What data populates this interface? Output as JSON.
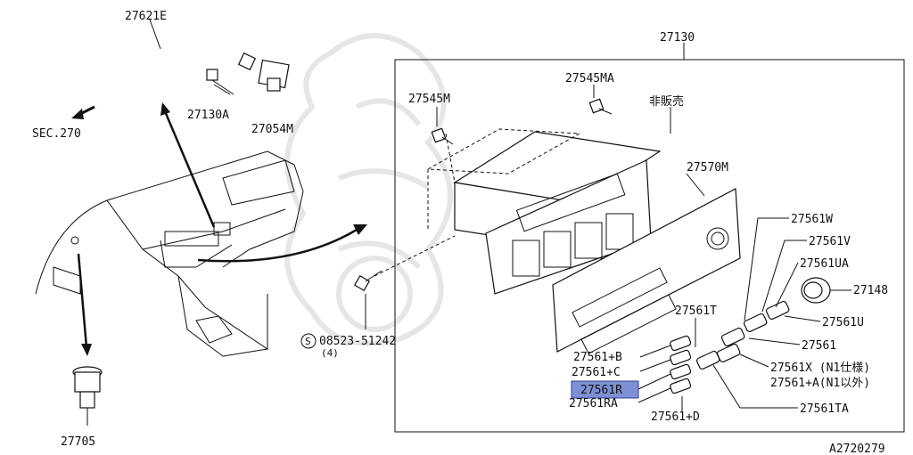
{
  "diagram": {
    "labels": {
      "p27621E": "27621E",
      "sec270": "SEC.270",
      "p27130A": "27130A",
      "p27054M": "27054M",
      "p27130": "27130",
      "p27545MA": "27545MA",
      "p27545M": "27545M",
      "hihanbai": "非販売",
      "p27570M": "27570M",
      "p27561W": "27561W",
      "p27561V": "27561V",
      "p27561UA": "27561UA",
      "p27148": "27148",
      "p27561U": "27561U",
      "p27561T": "27561T",
      "p27561": "27561",
      "p27561B": "27561+B",
      "p27561C": "27561+C",
      "p27561R": "27561R",
      "p27561RA": "27561RA",
      "p27561D": "27561+D",
      "p27561X": "27561X (N1仕様)",
      "p27561A": "27561+A(N1以外)",
      "p27561TA": "27561TA",
      "screwS": "S",
      "p08523": "08523-51242",
      "qty4": "(4)",
      "p27705": "27705",
      "ref": "A2720279"
    },
    "highlight_color": "#7f8fd6"
  }
}
